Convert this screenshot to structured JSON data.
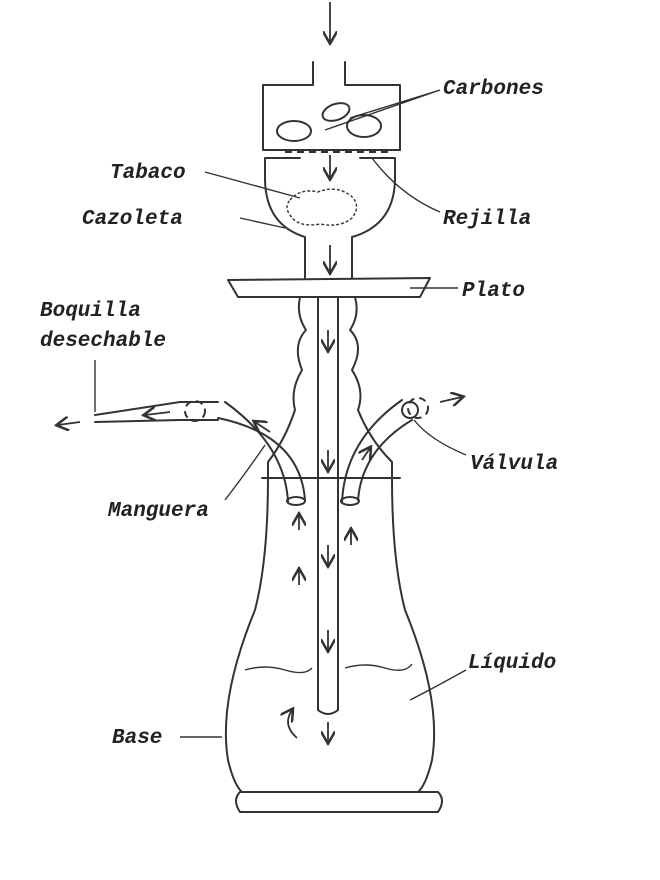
{
  "labels": {
    "carbones": "Carbones",
    "tabaco": "Tabaco",
    "cazoleta": "Cazoleta",
    "rejilla": "Rejilla",
    "plato": "Plato",
    "boquilla_1": "Boquilla",
    "boquilla_2": "desechable",
    "valvula": "Válvula",
    "manguera": "Manguera",
    "liquido": "Líquido",
    "base": "Base"
  }
}
